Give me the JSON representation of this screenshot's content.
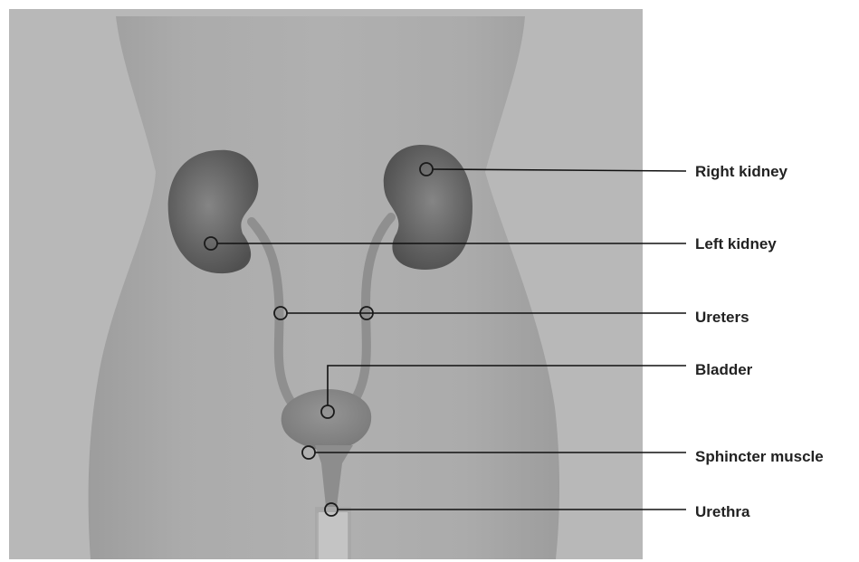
{
  "labels": {
    "right_kidney": "Right kidney",
    "left_kidney": "Left kidney",
    "ureters": "Ureters",
    "bladder": "Bladder",
    "sphincter": "Sphincter muscle",
    "urethra": "Urethra"
  },
  "colors": {
    "background_panel": "#b7b7b7",
    "body_silhouette": "#a6a6a6",
    "kidney": "#6e6e6e",
    "organ": "#8a8a8a",
    "leader_line": "#111111"
  }
}
